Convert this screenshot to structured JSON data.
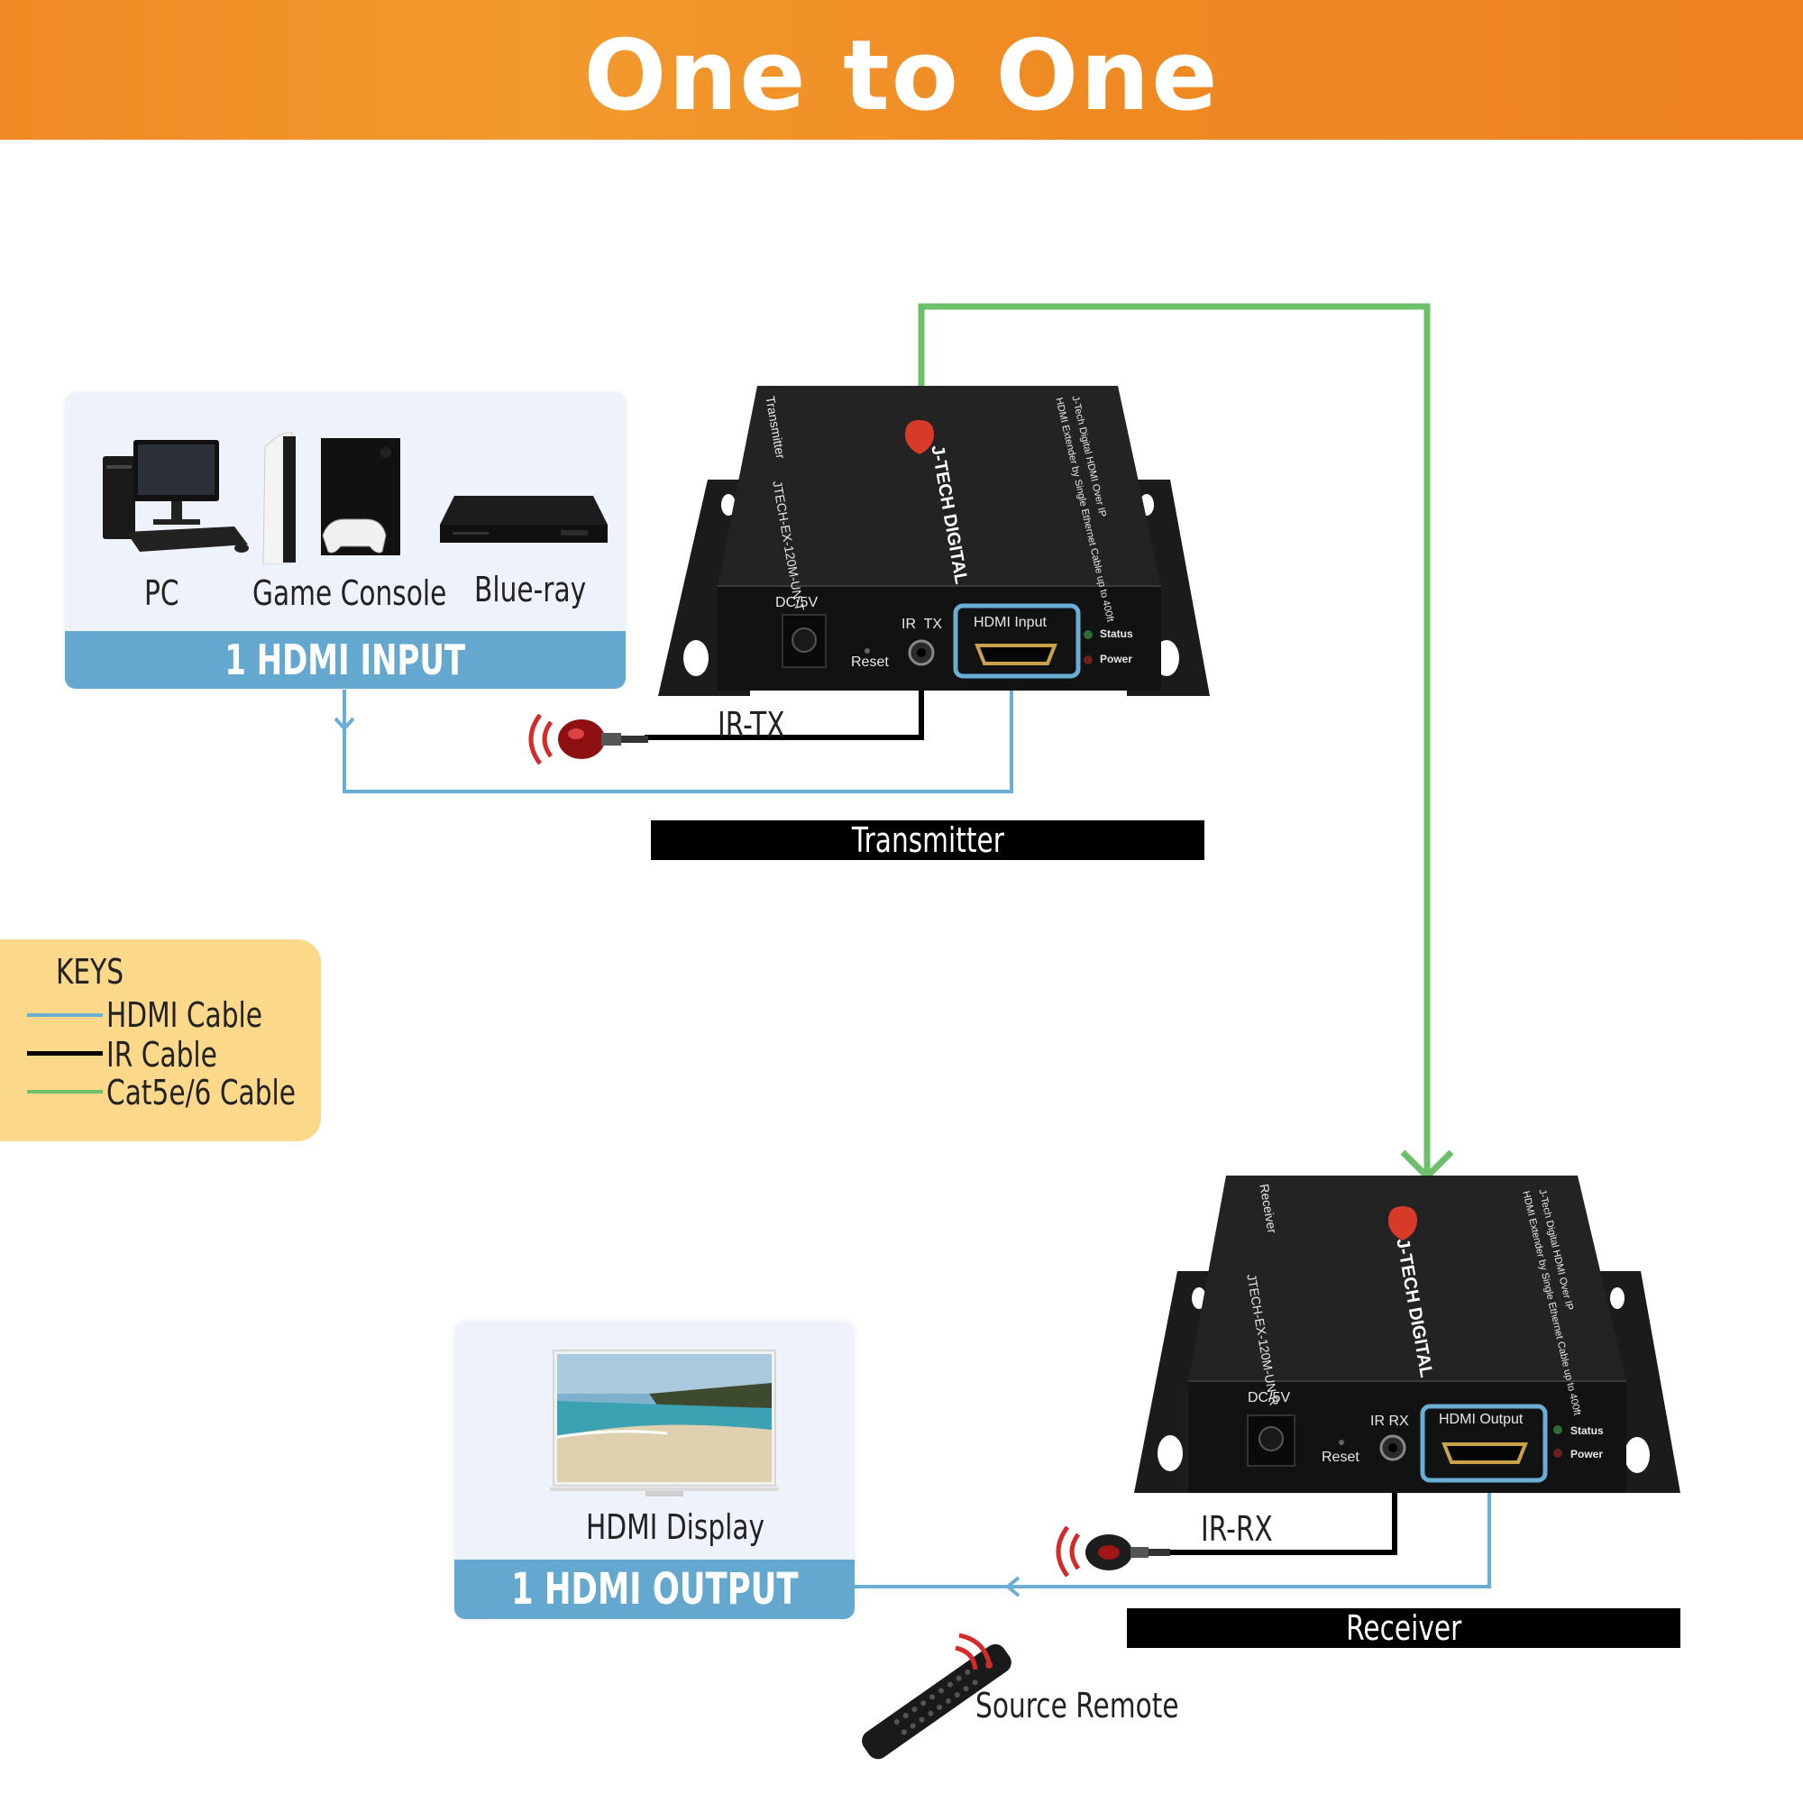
{
  "header": {
    "title": "One to One"
  },
  "input_panel": {
    "sources": [
      {
        "label": "PC",
        "icon": "pc-icon"
      },
      {
        "label": "Game Console",
        "icon": "game-console-icon"
      },
      {
        "label": "Blue-ray",
        "icon": "bluray-player-icon"
      }
    ],
    "band_label": "1 HDMI INPUT"
  },
  "transmitter": {
    "caption": "Transmitter",
    "ir_label": "IR-TX",
    "ports": {
      "dc": "DC/5V",
      "reset": "Reset",
      "ir": "IR  TX",
      "hdmi": "HDMI Input",
      "status": "Status",
      "power": "Power"
    },
    "top_text": {
      "side": "Transmitter",
      "model": "JTECH-EX-120M-UN-T",
      "brand": "J-TECH DIGITAL",
      "desc1": "J-Tech Digital HDMI Over IP",
      "desc2": "HDMI Extender by Single Ethernet Cable up to 400ft"
    }
  },
  "receiver": {
    "caption": "Receiver",
    "ir_label": "IR-RX",
    "ports": {
      "dc": "DC/5V",
      "reset": "Reset",
      "ir": "IR RX",
      "hdmi": "HDMI Output",
      "status": "Status",
      "power": "Power"
    },
    "top_text": {
      "side": "Receiver",
      "model": "JTECH-EX-120M-UN-R",
      "brand": "J-TECH DIGITAL",
      "desc1": "J-Tech Digital HDMI Over IP",
      "desc2": "HDMI Extender by Single Ethernet Cable up to 400ft"
    }
  },
  "output_panel": {
    "display_label": "HDMI Display",
    "band_label": "1 HDMI OUTPUT"
  },
  "remote": {
    "label": "Source Remote"
  },
  "keys": {
    "title": "KEYS",
    "items": [
      {
        "label": "HDMI Cable",
        "color": "#6aaed6"
      },
      {
        "label": "IR Cable",
        "color": "#000000"
      },
      {
        "label": "Cat5e/6 Cable",
        "color": "#6cc06a"
      }
    ]
  },
  "colors": {
    "hdmi": "#6aaed6",
    "ir": "#000000",
    "cat": "#6cc06a",
    "accent": "#f08a24",
    "device": "#1e1e1e",
    "ir_red": "#d42a2a"
  }
}
